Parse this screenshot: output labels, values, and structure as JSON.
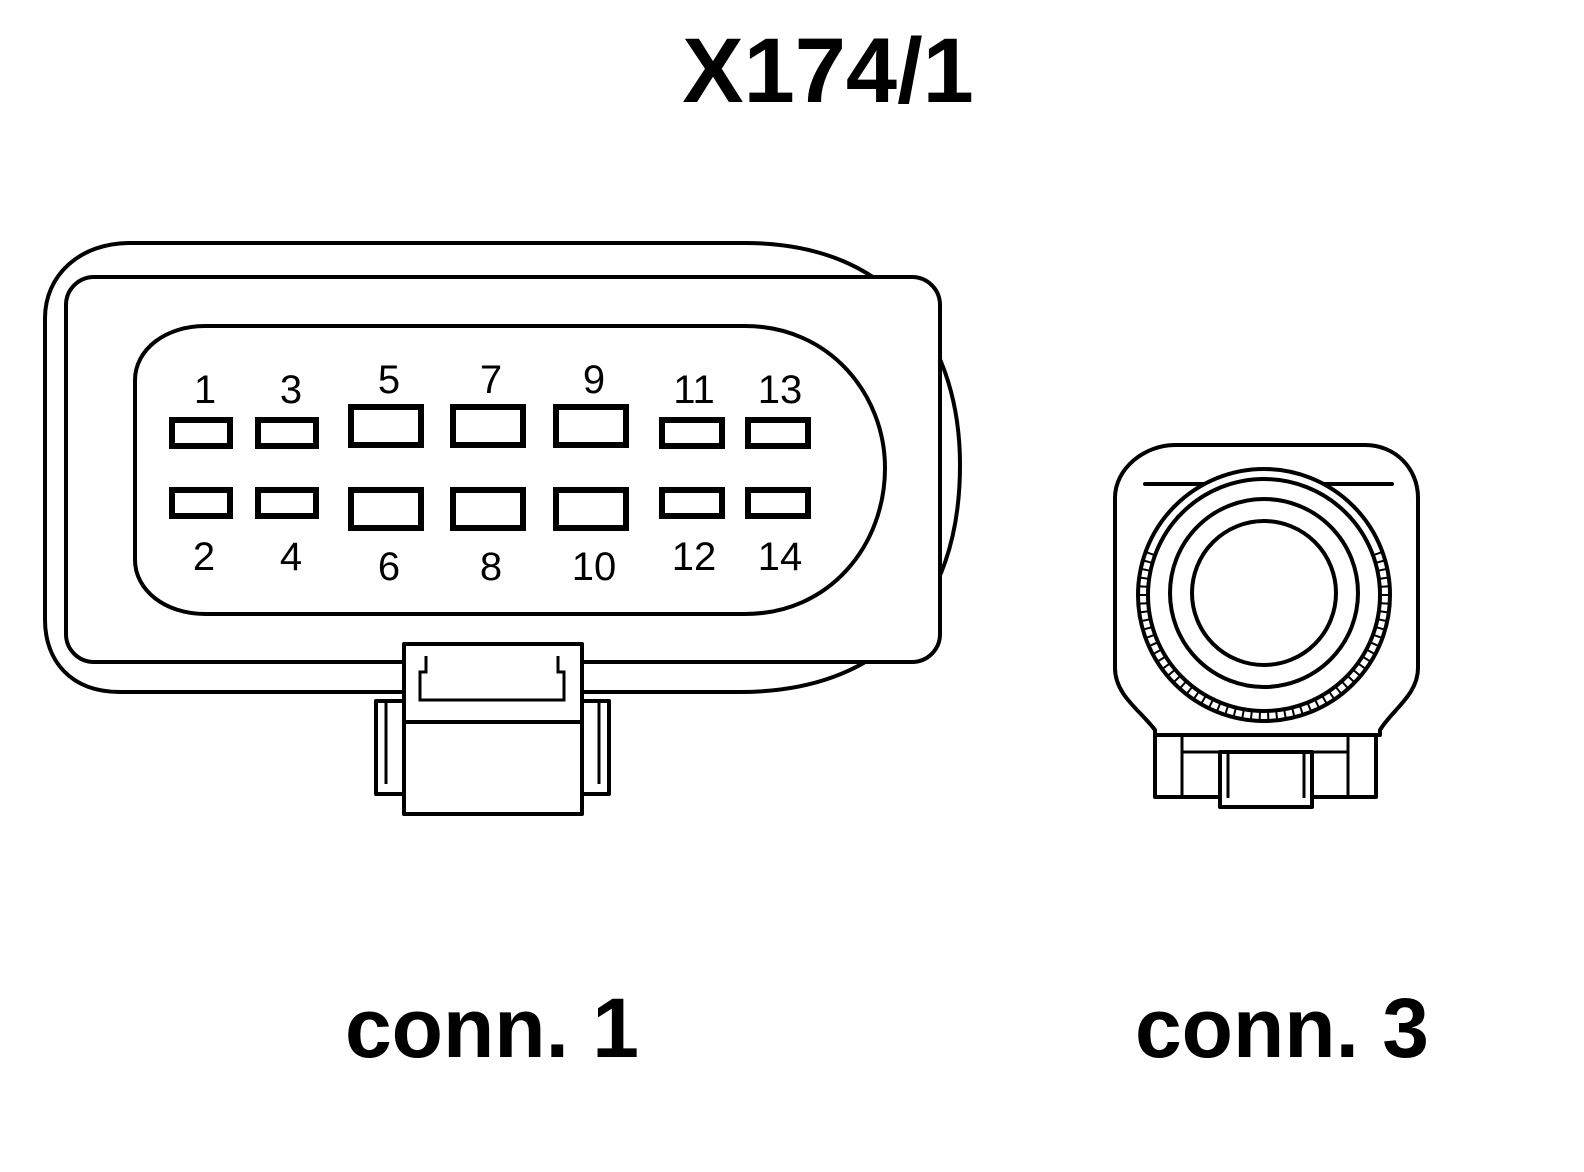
{
  "title": "X174/1",
  "connectors": [
    {
      "caption": "conn. 1",
      "pin_labels_top": [
        "1",
        "3",
        "5",
        "7",
        "9",
        "11",
        "13"
      ],
      "pin_labels_bottom": [
        "2",
        "4",
        "6",
        "8",
        "10",
        "12",
        "14"
      ]
    },
    {
      "caption": "conn. 3"
    }
  ],
  "colors": {
    "line": "#000000",
    "background": "#ffffff"
  }
}
